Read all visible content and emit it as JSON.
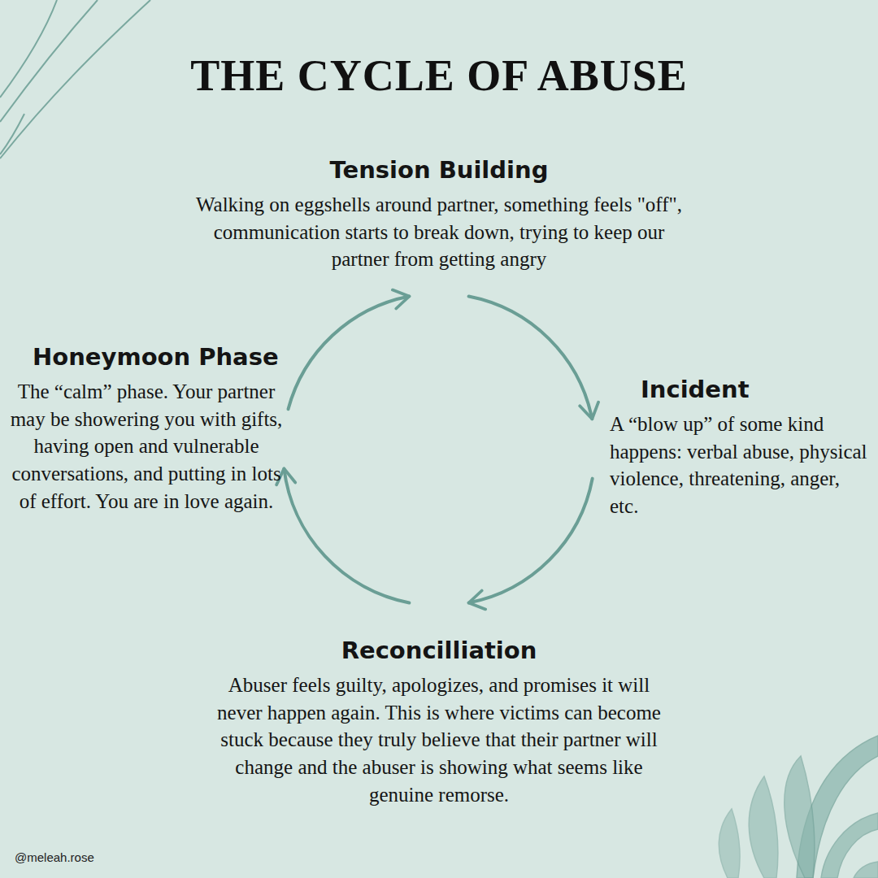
{
  "diagram": {
    "title": "THE CYCLE OF ABUSE",
    "nodes": [
      {
        "text": [
          "Tension Building",
          "Walking on eggshells around partner, something feels \"off\", communication starts to break down, trying to keep our partner from getting angry"
        ]
      },
      {
        "text": [
          "Incident",
          "A “blow up” of some kind happens: verbal abuse, physical violence, threatening, anger, etc."
        ]
      },
      {
        "text": [
          "Reconcilliation",
          "Abuser feels guilty, apologizes, and promises it will never happen again. This is where victims can become stuck because they truly believe that their partner will change and the abuser is showing what seems like genuine remorse."
        ]
      },
      {
        "text": [
          "Honeymoon Phase",
          "The “calm” phase. Your partner may be showering you with gifts, having open and vulnerable conversations, and putting in lots of effort. You are in love again."
        ]
      }
    ],
    "edges": [
      {
        "from": 0,
        "to": 1,
        "arrow": "to"
      },
      {
        "from": 1,
        "to": 2,
        "arrow": "to"
      },
      {
        "from": 2,
        "to": 3,
        "arrow": "to"
      },
      {
        "from": 3,
        "to": 0,
        "arrow": "to"
      }
    ],
    "labels": [
      "@meleah.rose"
    ]
  }
}
